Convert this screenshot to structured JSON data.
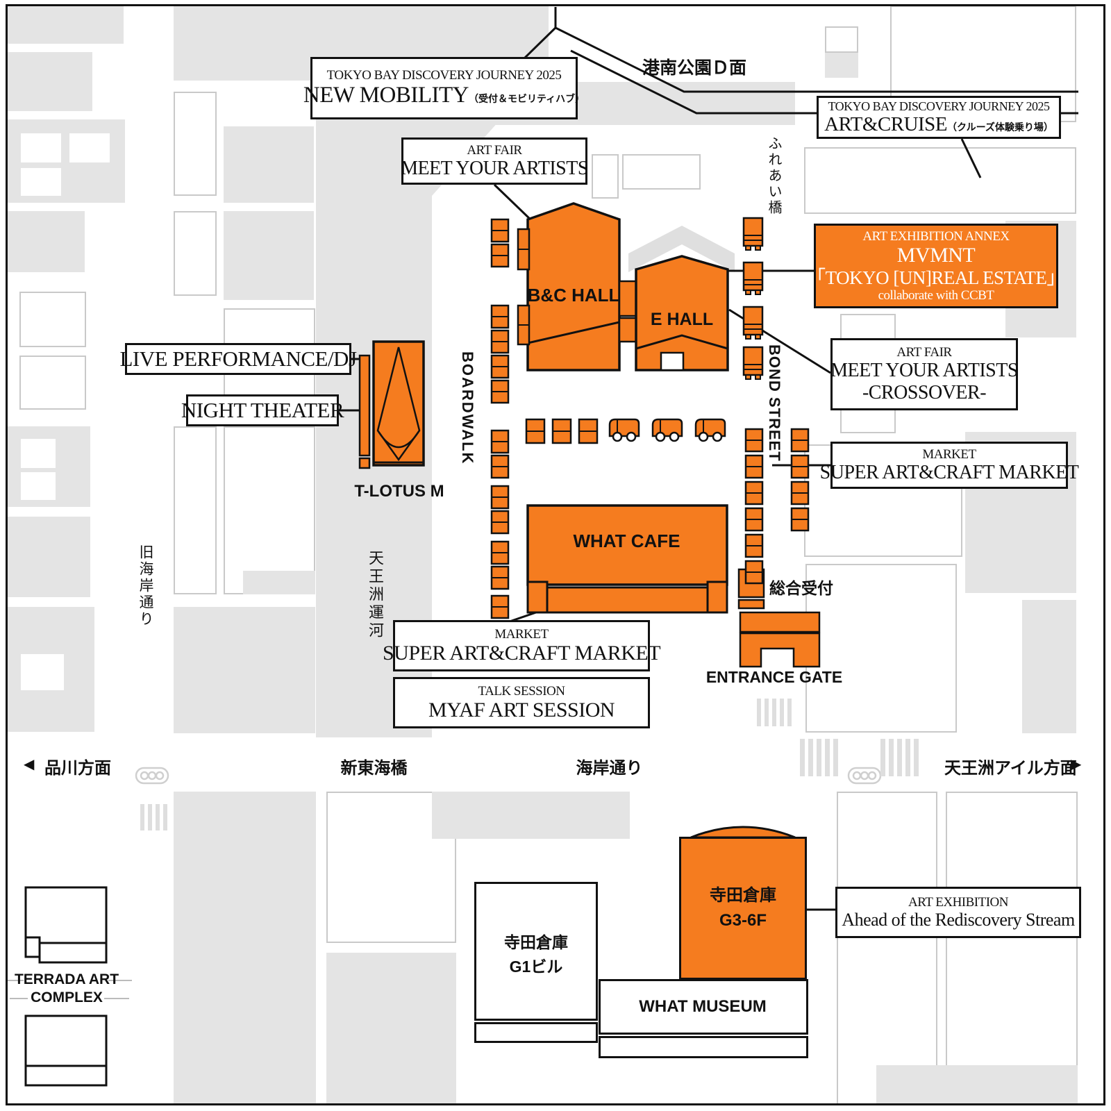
{
  "event_labels": {
    "new_mobility": {
      "kicker": "TOKYO BAY DISCOVERY JOURNEY 2025",
      "title": "NEW MOBILITY",
      "suffix": "（受付＆モビリティハブ）"
    },
    "art_cruise": {
      "kicker": "TOKYO BAY DISCOVERY JOURNEY 2025",
      "title": "ART&CRUISE",
      "suffix": "（クルーズ体験乗り場）"
    },
    "meet_your_artists": {
      "kicker": "ART FAIR",
      "title": "MEET YOUR ARTISTS"
    },
    "annex": {
      "kicker": "ART EXHIBITION ANNEX",
      "title": "MVMNT",
      "subtitle": "「TOKYO [UN]REAL ESTATE」",
      "note": "collaborate with CCBT"
    },
    "crossover": {
      "kicker": "ART FAIR",
      "title": "MEET YOUR ARTISTS",
      "subtitle": "-CROSSOVER-"
    },
    "live_performance": {
      "title": "LIVE PERFORMANCE/DJ"
    },
    "night_theater": {
      "title": "NIGHT THEATER"
    },
    "market_east": {
      "kicker": "MARKET",
      "title": "SUPER ART&CRAFT MARKET"
    },
    "market_south": {
      "kicker": "MARKET",
      "title": "SUPER ART&CRAFT MARKET"
    },
    "talk_session": {
      "kicker": "TALK SESSION",
      "title": "MYAF ART SESSION"
    },
    "art_exhibition": {
      "kicker": "ART EXHIBITION",
      "title": "Ahead of the Rediscovery Stream"
    }
  },
  "venues": {
    "bc_hall": "B&C HALL",
    "e_hall": "E HALL",
    "what_cafe": "WHAT CAFE",
    "t_lotus_m": "T-LOTUS M",
    "reception": "総合受付",
    "entrance_gate": "ENTRANCE GATE",
    "terada_g3": {
      "line1": "寺田倉庫",
      "line2": "G3-6F"
    },
    "terada_g1": {
      "line1": "寺田倉庫",
      "line2": "G1ビル"
    },
    "what_museum": "WHAT MUSEUM",
    "terrada_art_complex": {
      "line1": "TERRADA ART",
      "line2": "COMPLEX"
    }
  },
  "streets": {
    "boardwalk": "BOARDWALK",
    "bond_street": "BOND STREET",
    "tennozu_canal": "天王洲運河",
    "old_kaigan_street": "旧海岸通り",
    "fureai_bridge": "ふれあい橋",
    "konan_park": "港南公園Ｄ面",
    "shin_tokai_bridge": "新東海橋",
    "kaigan_street": "海岸通り",
    "shinagawa_direction": "品川方面",
    "tennozu_isle_direction": "天王洲アイル方面",
    "arrow_left": "◀",
    "arrow_right": "▶"
  },
  "colors": {
    "accent_orange": "#F57C1F",
    "block_gray": "#E4E4E4",
    "line_black": "#111111"
  }
}
